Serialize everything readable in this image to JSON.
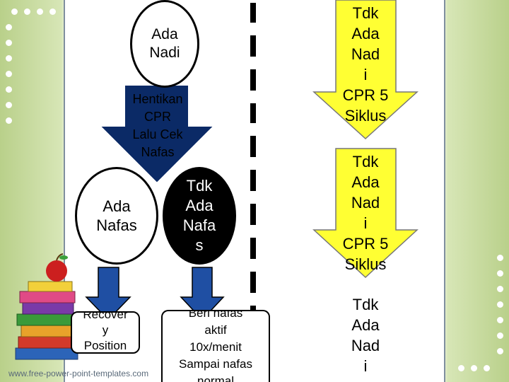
{
  "diagram": {
    "nodes": {
      "ada_nadi": {
        "lines": [
          "Ada",
          "Nadi"
        ]
      },
      "hentikan_cpr": {
        "lines": [
          "Hentikan",
          "CPR",
          "Lalu Cek",
          "Nafas"
        ]
      },
      "ada_nafas": {
        "lines": [
          "Ada",
          "Nafas"
        ]
      },
      "tdk_ada_nafas": {
        "lines": [
          "Tdk",
          "Ada",
          "Nafa",
          "s"
        ]
      },
      "recover_position": {
        "lines": [
          "Recover",
          "y",
          "Position"
        ]
      },
      "beri_nafas": {
        "lines": [
          "Beri nafas",
          "aktif",
          "10x/menit",
          "Sampai nafas",
          "normal"
        ]
      },
      "right_top": {
        "lines": [
          "Tdk",
          "Ada",
          "Nad",
          "i",
          "CPR 5",
          "Siklus"
        ]
      },
      "right_mid": {
        "lines": [
          "Tdk",
          "Ada",
          "Nad",
          "i",
          "CPR 5",
          "Siklus"
        ]
      },
      "right_bottom": {
        "lines": [
          "Tdk",
          "Ada",
          "Nad",
          "i"
        ]
      }
    }
  },
  "watermark": "www.free-power-point-templates.com",
  "colors": {
    "navy_arrow": "#0b2a66",
    "blue_arrow": "#1f4fa3",
    "yellow_arrow": "#ffff33",
    "background_green": "#b9d08a"
  }
}
